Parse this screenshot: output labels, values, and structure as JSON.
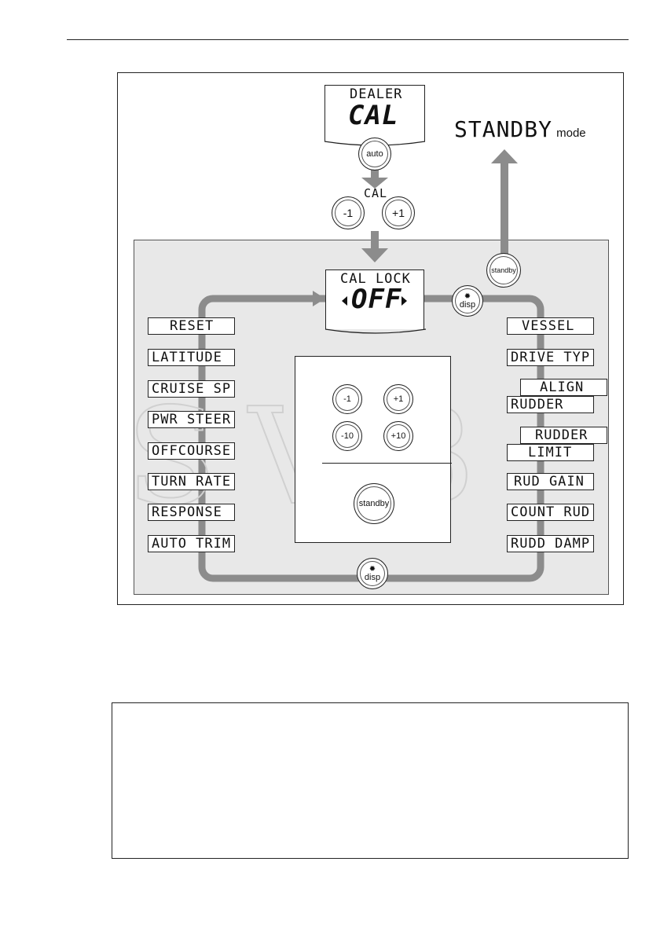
{
  "page_number": "",
  "colors": {
    "panel": "#e8e8e8",
    "flow": "#8c8c8c",
    "line": "#222222"
  },
  "top_display": {
    "line1": "DEALER",
    "line2": "CAL"
  },
  "auto_button": {
    "label": "auto"
  },
  "cal_label": "CAL",
  "cal_buttons": {
    "minus": "-1",
    "plus": "+1"
  },
  "standby_mode": {
    "main": "STANDBY",
    "suffix": "mode"
  },
  "standby_button": {
    "label": "standby"
  },
  "cal_lock_display": {
    "line1": "CAL LOCK",
    "value": "OFF"
  },
  "disp_button_top": {
    "label": "disp",
    "icon": "sun-icon"
  },
  "disp_button_bottom": {
    "label": "disp",
    "icon": "sun-icon"
  },
  "left_menu": [
    "RESET",
    "LATITUDE",
    "CRUISE SP",
    "PWR STEER",
    "OFFCOURSE",
    "TURN RATE",
    "RESPONSE",
    "AUTO TRIM"
  ],
  "right_menu": {
    "vessel": "VESSEL",
    "drive_typ": "DRIVE TYP",
    "align": "ALIGN",
    "rudder": "RUDDER",
    "rudder2": "RUDDER",
    "limit": "LIMIT",
    "rud_gain": "RUD GAIN",
    "count_rud": "COUNT RUD",
    "rudd_damp": "RUDD DAMP"
  },
  "keypad": {
    "minus1": "-1",
    "plus1": "+1",
    "minus10": "-10",
    "plus10": "+10",
    "standby": "standby"
  },
  "watermark": "SVB",
  "table": {
    "rows": [
      "",
      "",
      "",
      ""
    ]
  }
}
